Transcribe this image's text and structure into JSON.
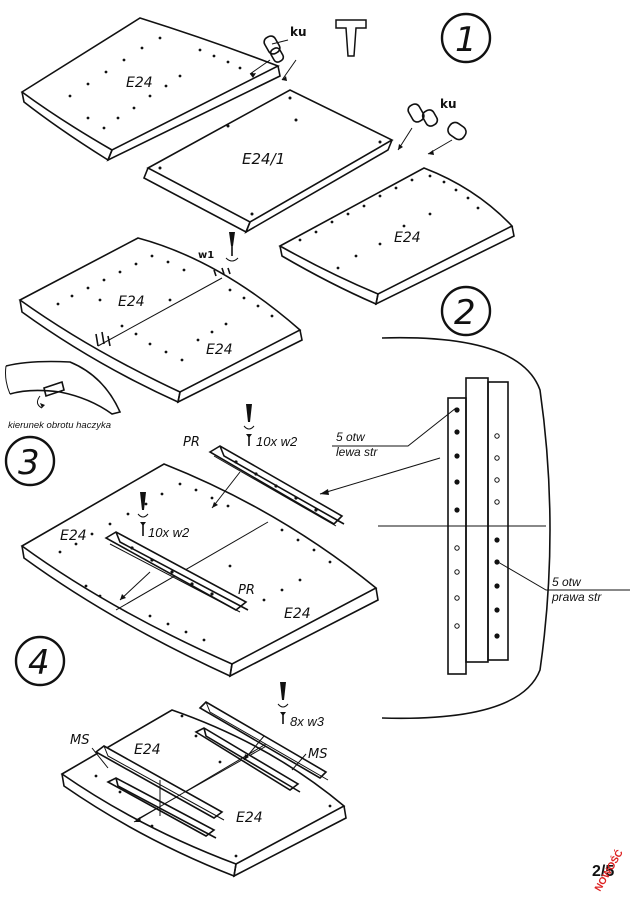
{
  "steps": [
    "1",
    "2",
    "3",
    "4"
  ],
  "labels": {
    "ku_1": "ku",
    "ku_2": "ku",
    "e24_a": "E24",
    "e24_1": "E24/1",
    "e24_b": "E24",
    "e24_c": "E24",
    "e24_d": "E24",
    "w1": "w1",
    "hook_note": "kierunek obrotu haczyka",
    "pr_1": "PR",
    "pr_2": "PR",
    "screw_top": "10x w2",
    "screw_mid": "10x w2",
    "e24_e": "E24",
    "e24_f": "E24",
    "holes_left_1": "5 otw",
    "holes_left_2": "lewa str",
    "holes_right_1": "5 otw",
    "holes_right_2": "prawa str",
    "ms_1": "MS",
    "ms_2": "MS",
    "screw_bottom": "8x w3",
    "e24_g": "E24",
    "e24_h": "E24"
  },
  "page_number": "2/5",
  "stamp": "NOWOŚĆ"
}
